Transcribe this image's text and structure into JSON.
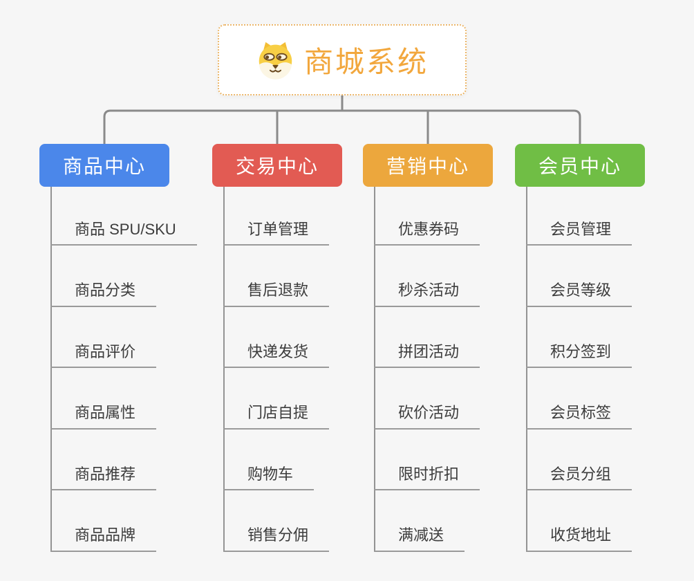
{
  "root": {
    "title": "商城系统",
    "icon": "dog-face-icon"
  },
  "colors": {
    "background": "#F6F6F6",
    "connector_gray": "#8A8A8A",
    "underline_gray": "#9A9A9A",
    "root_border": "#ECB76B",
    "root_text": "#F2A73D",
    "branch_blue": "#4B87EA",
    "branch_red": "#E25B53",
    "branch_orange": "#ECA73D",
    "branch_green": "#70BE45"
  },
  "branches": [
    {
      "label": "商品中心",
      "color": "#4B87EA",
      "items": [
        "商品 SPU/SKU",
        "商品分类",
        "商品评价",
        "商品属性",
        "商品推荐",
        "商品品牌"
      ]
    },
    {
      "label": "交易中心",
      "color": "#E25B53",
      "items": [
        "订单管理",
        "售后退款",
        "快递发货",
        "门店自提",
        "购物车",
        "销售分佣"
      ]
    },
    {
      "label": "营销中心",
      "color": "#ECA73D",
      "items": [
        "优惠券码",
        "秒杀活动",
        "拼团活动",
        "砍价活动",
        "限时折扣",
        "满减送"
      ]
    },
    {
      "label": "会员中心",
      "color": "#70BE45",
      "items": [
        "会员管理",
        "会员等级",
        "积分签到",
        "会员标签",
        "会员分组",
        "收货地址"
      ]
    }
  ]
}
